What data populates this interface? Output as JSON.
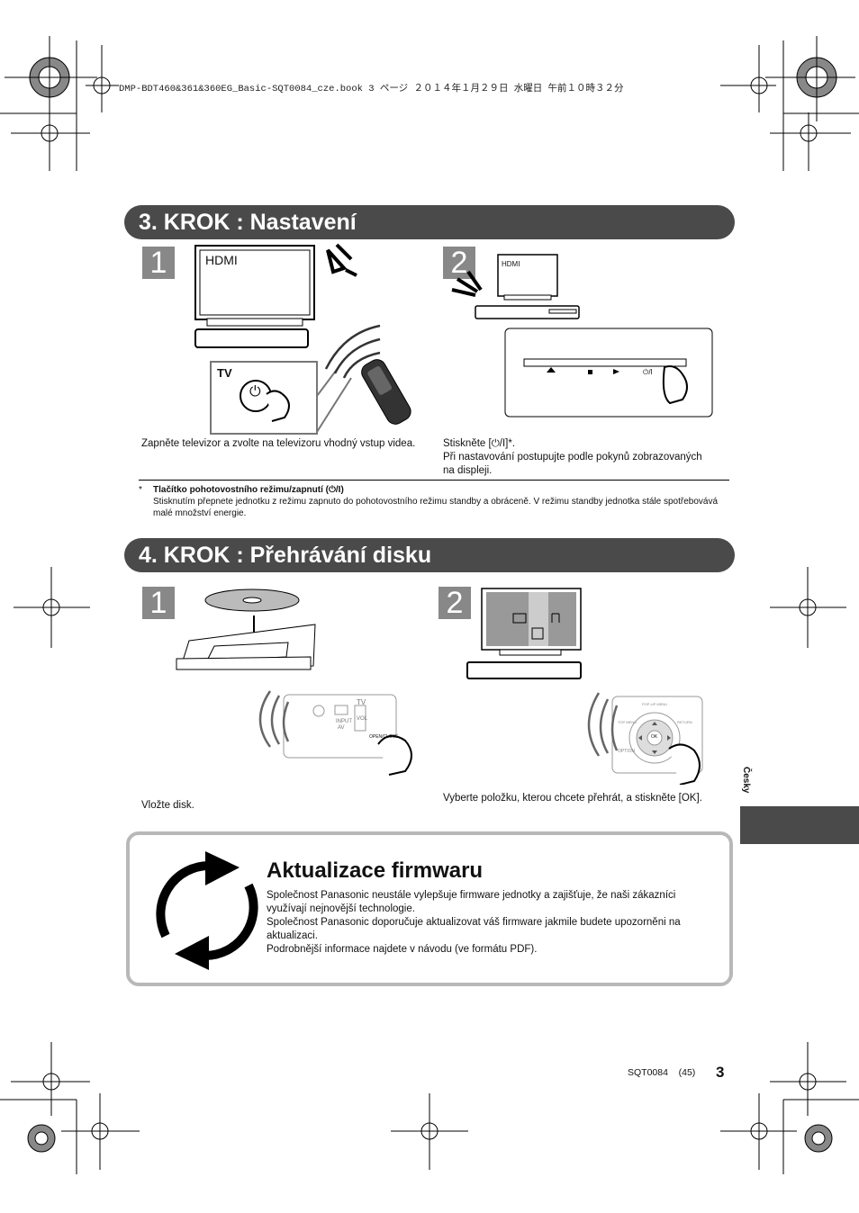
{
  "header": {
    "file_info": "DMP-BDT460&361&360EG_Basic-SQT0084_cze.book  3 ページ  ２０１４年１月２９日  水曜日  午前１０時３２分"
  },
  "step3": {
    "title": "3. KROK : Nastavení",
    "panel1": {
      "number": "1",
      "tv_label": "HDMI",
      "remote_label": "TV",
      "caption": "Zapněte televizor a zvolte na televizoru vhodný vstup videa."
    },
    "panel2": {
      "number": "2",
      "tv_label": "HDMI",
      "power_label": "⏻/I",
      "caption_line1": "Stiskněte [⏻/I]*.",
      "caption_line2": "Při nastavování postupujte podle pokynů zobrazovaných na displeji."
    },
    "footnote": {
      "marker": "*",
      "title": "Tlačítko pohotovostního režimu/zapnutí (⏻/I)",
      "text": "Stisknutím přepnete jednotku z režimu zapnuto do pohotovostního režimu standby a obráceně. V režimu standby jednotka stále spotřebovává malé množství energie."
    }
  },
  "step4": {
    "title": "4. KROK : Přehrávání disku",
    "panel1": {
      "number": "1",
      "caption": "Vložte disk.",
      "remote_tv": "TV",
      "remote_input": "INPUT",
      "remote_av": "AV",
      "remote_vol": "VOL",
      "remote_open": "OPEN/CLOSE"
    },
    "panel2": {
      "number": "2",
      "caption": "Vyberte položku, kterou chcete přehrát, a stiskněte [OK].",
      "ok_label": "OK",
      "option_label": "OPTION",
      "popup_label": "POP-UP MENU",
      "top_menu_label": "TOP MENU",
      "return_label": "RETURN"
    }
  },
  "firmware": {
    "title": "Aktualizace firmwaru",
    "para1": "Společnost Panasonic neustále vylepšuje firmware jednotky a zajišťuje, že naši zákazníci využívají nejnovější technologie.",
    "para2": "Společnost Panasonic doporučuje aktualizovat váš firmware jakmile budete upozorněni na aktualizaci.",
    "para3": "Podrobnější informace najdete v návodu (ve formátu PDF)."
  },
  "side": {
    "language": "Česky"
  },
  "footer": {
    "code": "SQT0084",
    "sub": "(45)",
    "page": "3"
  }
}
